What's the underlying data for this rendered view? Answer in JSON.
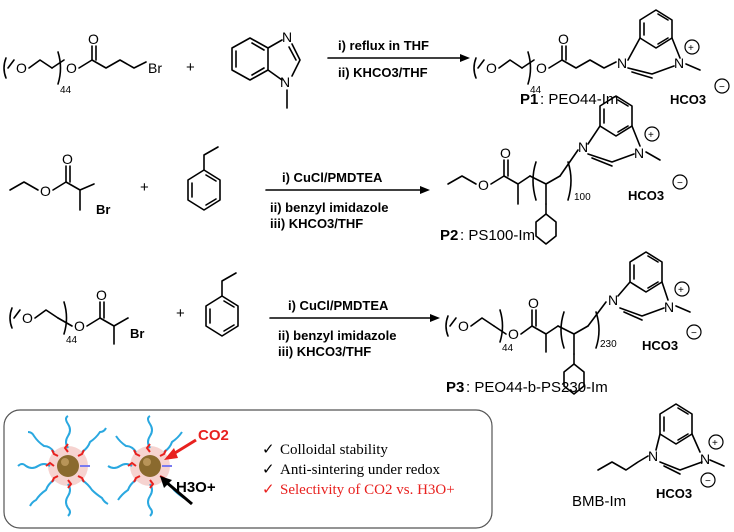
{
  "reactions": [
    {
      "id": "P1",
      "reactant1": {
        "repeat": "44",
        "substituent": "Br"
      },
      "reactant2": {
        "heteroatom_top": "N",
        "heteroatom_bottom": "N"
      },
      "plus": "+",
      "conditions": [
        "i) reflux in THF",
        "ii) KHCO3/THF"
      ],
      "product": {
        "repeat": "44",
        "n_left": "N",
        "n_right": "N",
        "charge": "+"
      },
      "counterion": {
        "text": "HCO3",
        "charge": "−"
      },
      "label_bold": "P1",
      "label_rest": ": PEO44-Im"
    },
    {
      "id": "P2",
      "reactant1": {
        "substituent": "Br"
      },
      "plus": "+",
      "conditions": [
        "i) CuCl/PMDTEA",
        "ii) benzyl imidazole",
        "iii) KHCO3/THF"
      ],
      "product": {
        "repeat": "100",
        "n_left": "N",
        "n_right": "N",
        "charge": "+"
      },
      "counterion": {
        "text": "HCO3",
        "charge": "−"
      },
      "label_bold": "P2",
      "label_rest": ": PS100-Im"
    },
    {
      "id": "P3",
      "reactant1": {
        "repeat": "44",
        "substituent": "Br"
      },
      "plus": "+",
      "conditions": [
        "i) CuCl/PMDTEA",
        "ii) benzyl imidazole",
        "iii) KHCO3/THF"
      ],
      "product": {
        "repeat1": "44",
        "repeat2": "230",
        "n_left": "N",
        "n_right": "N",
        "charge": "+"
      },
      "counterion": {
        "text": "HCO3",
        "charge": "−"
      },
      "label_bold": "P3",
      "label_rest": ": PEO44-b-PS230-Im"
    }
  ],
  "legend": {
    "co2": "CO2",
    "h3o": "H3O+",
    "bullets": [
      {
        "check": "✓",
        "text": "Colloidal stability",
        "color": "#000000"
      },
      {
        "check": "✓",
        "text": "Anti-sintering under redox",
        "color": "#000000"
      },
      {
        "check": "✓",
        "text": "Selectivity of CO2 vs. H3O+",
        "color": "#e8211f"
      }
    ]
  },
  "bmb": {
    "label": "BMB-Im",
    "n_left": "N",
    "n_right": "N",
    "charge": "+",
    "counterion": {
      "text": "HCO3",
      "charge": "−"
    }
  },
  "colors": {
    "accent_red": "#e8211f",
    "ligand_blue": "#2aa8e0",
    "particle": "#8a6a2e"
  }
}
